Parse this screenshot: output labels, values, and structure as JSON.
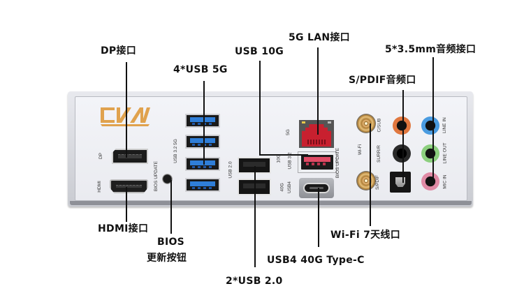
{
  "diagram": {
    "subject": "Motherboard rear I/O panel",
    "brand_logo": "CVN",
    "colors": {
      "logo": "#e0a24e",
      "usb_5g": "#2f7ed8",
      "usb_10g": "#e04b66",
      "lan_port": "#c8202f",
      "audio_csub": "#e0773f",
      "audio_surr": "#2a2a2a",
      "audio_line_in": "#4a9be0",
      "audio_line_out": "#8ccf7e",
      "audio_mic_in": "#e08aa5"
    },
    "callouts": [
      {
        "id": "dp",
        "label": "DP接口"
      },
      {
        "id": "usb5g",
        "label": "4*USB 5G"
      },
      {
        "id": "usb10g",
        "label": "USB 10G"
      },
      {
        "id": "lan",
        "label": "5G LAN接口"
      },
      {
        "id": "audio",
        "label": "5*3.5mm音频接口"
      },
      {
        "id": "spdif",
        "label": "S/PDIF音频口"
      },
      {
        "id": "hdmi",
        "label": "HDMI接口"
      },
      {
        "id": "bios",
        "label_line1": "BIOS",
        "label_line2": "更新按钮"
      },
      {
        "id": "usb20",
        "label": "2*USB 2.0"
      },
      {
        "id": "typec",
        "label": "USB4 40G Type-C"
      },
      {
        "id": "wifi",
        "label": "Wi-Fi 7天线口"
      }
    ],
    "silkscreen": {
      "dp": "DP",
      "hdmi": "HDMI",
      "bios_update": "BIOS UPDATE",
      "usb32_5g": "USB 3.2 5G",
      "usb20": "USB 2.0",
      "lan_5g": "5G",
      "usb32_10g_line1": "10G",
      "usb32_10g_line2": "USB 3.2",
      "usb4_line1": "40G",
      "usb4_line2": "USB4",
      "bios_update_right": "BIOS UPDATE",
      "wifi": "Wi-Fi",
      "spdif": "S/PDIF",
      "csub": "C/SUB",
      "surr": "SURR/R",
      "line_in": "LINE IN",
      "line_out": "LINE OUT",
      "mic_in": "MIC IN"
    }
  }
}
